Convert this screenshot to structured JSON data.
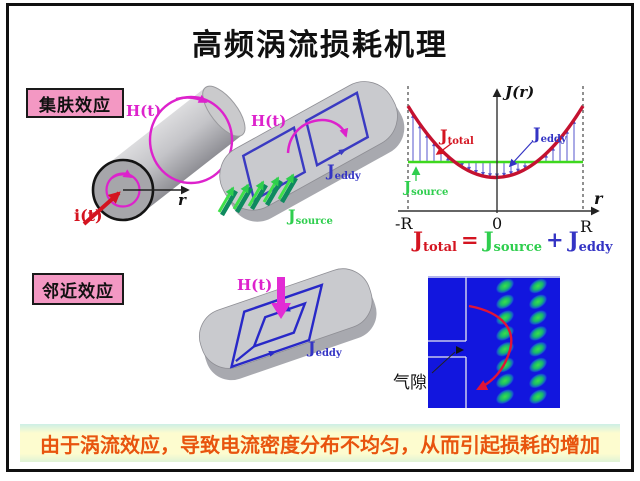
{
  "title": "高频涡流损耗机理",
  "section_labels": {
    "skin": "集肤效应",
    "proximity": "邻近效应"
  },
  "cylinder": {
    "h_field": "H(t)",
    "current": "i(t)",
    "radius_axis": "r"
  },
  "slab_skin": {
    "h_field": "H(t)",
    "j": "J",
    "eddy_sub": "eddy",
    "source_sub": "source"
  },
  "slab_prox": {
    "h_field": "H(t)",
    "j": "J",
    "eddy_sub": "eddy"
  },
  "graph": {
    "y_label": "J(r)",
    "x_label": "r",
    "tick_neg": "-R",
    "tick_zero": "0",
    "tick_pos": "R",
    "j": "J",
    "total_sub": "total",
    "eddy_sub": "eddy",
    "source_sub": "source",
    "eq": {
      "j": "J",
      "total_sub": "total",
      "equals": "=",
      "source_sub": "source",
      "plus": "+",
      "eddy_sub": "eddy"
    }
  },
  "simulation": {
    "air_gap_label": "气隙"
  },
  "banner": "由于涡流效应，导致电流密度分布不均匀，从而引起损耗的增加",
  "colors": {
    "pink": "#F398C3",
    "magenta": "#DD22CC",
    "blue": "#3434C4",
    "green": "#2FCE4E",
    "red": "#D41420",
    "crimson": "#C41230",
    "orange": "#E8540E",
    "simBlue": "#1216DE"
  },
  "chart_data": {
    "type": "line",
    "title": "Current density distribution across conductor radius",
    "xlabel": "r",
    "ylabel": "J(r)",
    "x_ticks": [
      "-R",
      "0",
      "R"
    ],
    "x_normalized": [
      -1,
      -0.75,
      -0.5,
      -0.25,
      0,
      0.25,
      0.5,
      0.75,
      1
    ],
    "series": [
      {
        "name": "J_total",
        "color": "#C41230",
        "style": "solid curve",
        "values": [
          2.0,
          1.35,
          0.9,
          0.63,
          0.55,
          0.63,
          0.9,
          1.35,
          2.0
        ]
      },
      {
        "name": "J_source",
        "color": "#2FCE4E",
        "style": "constant line",
        "values": [
          1,
          1,
          1,
          1,
          1,
          1,
          1,
          1,
          1
        ]
      },
      {
        "name": "J_eddy",
        "color": "#3434C4",
        "style": "vertical hatch arrows between J_source and J_total",
        "values": [
          1.0,
          0.35,
          -0.1,
          -0.37,
          -0.45,
          -0.37,
          -0.1,
          0.35,
          1.0
        ]
      }
    ],
    "annotations": [
      "J_total = J_source + J_eddy"
    ],
    "legend_position": "labels with leader arrows inside plot",
    "grid": false
  }
}
